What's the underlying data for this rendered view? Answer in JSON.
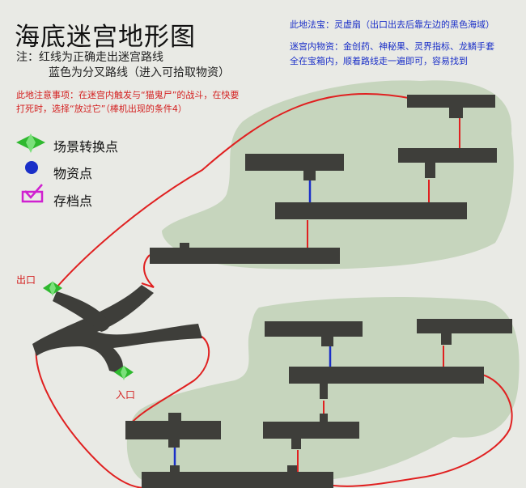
{
  "title": "海底迷宫地形图",
  "notes": {
    "line1": "注：红线为正确走出迷宫路线",
    "line2": "蓝色为分叉路线（进入可拾取物资）"
  },
  "warning": {
    "line1": "此地注意事项：在迷宫内触发与“猫鬼尸”的战斗，在快要",
    "line2": "打死时，选择“放过它”（棒机出现的条件4）"
  },
  "treasure": "此地法宝：灵虚扇（出口出去后靠左边的黑色海域）",
  "items": {
    "line1": "迷宫内物资：金创药、神秘果、灵界指标、龙鳞手套",
    "line2": "全在宝箱内，顺着路线走一遍即可，容易找到"
  },
  "legend": [
    {
      "label": "场景转换点",
      "icon": "green-diamond-icon"
    },
    {
      "label": "物资点",
      "icon": "blue-dot-icon"
    },
    {
      "label": "存档点",
      "icon": "magenta-check-icon"
    }
  ],
  "map_labels": {
    "exit": "出口",
    "entry": "入口"
  },
  "colors": {
    "background": "#e9eae5",
    "island": "#c6d5bd",
    "corridor": "#3e3e3a",
    "main_route": "#e02020",
    "branch_route": "#1a2fc8",
    "transfer_point": "#2fb92f",
    "save_point": "#d020d0"
  }
}
